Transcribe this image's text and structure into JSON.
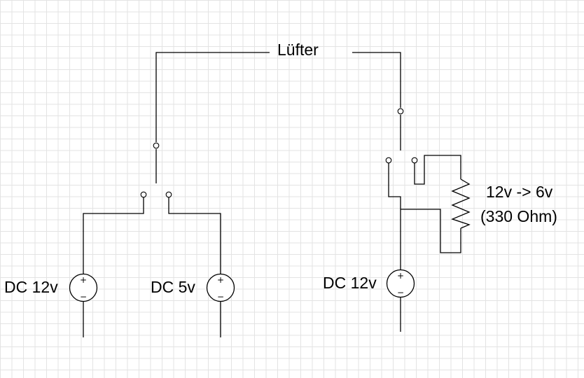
{
  "labels": {
    "fan": "Lüfter",
    "left_source_a": "DC 12v",
    "left_source_b": "DC 5v",
    "right_source": "DC 12v",
    "resistor_line1": "12v -> 6v",
    "resistor_line2": "(330 Ohm)"
  },
  "source_symbol": {
    "plus": "+",
    "minus": "−"
  },
  "colors": {
    "wire": "#000000",
    "grid": "#e3e3e3",
    "background": "#ffffff"
  },
  "icons": [
    "switch-terminal-icon",
    "dc-source-icon",
    "resistor-icon"
  ]
}
